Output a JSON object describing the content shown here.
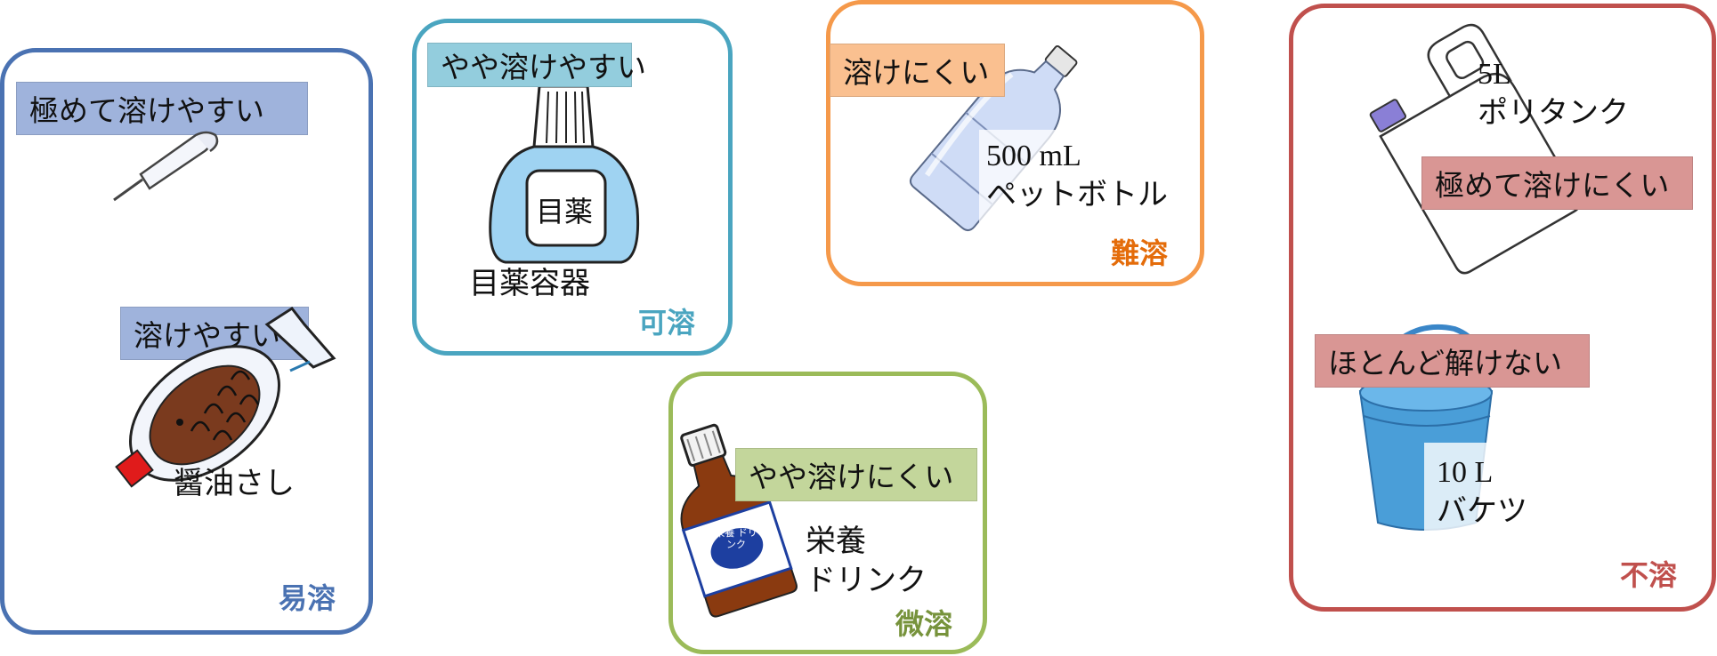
{
  "colors": {
    "blue": "#4a72b2",
    "teal": "#4aa5c0",
    "orange": "#f5994a",
    "green": "#9bbb59",
    "red": "#c0504d"
  },
  "groups": [
    {
      "category": "易溶",
      "labels": [
        "極めて溶けやすい",
        "溶けやすい"
      ],
      "containers": [
        {
          "text": [
            "醤油さし"
          ],
          "icon": "soy-sauce-fish-icon"
        },
        {
          "text": [],
          "icon": "dropper-icon"
        }
      ]
    },
    {
      "category": "可溶",
      "labels": [
        "やや溶けやすい"
      ],
      "containers": [
        {
          "text": [
            "目薬容器"
          ],
          "icon": "eyedrop-bottle-icon",
          "badge": "目薬"
        }
      ]
    },
    {
      "category": "微溶",
      "labels": [
        "やや溶けにくい"
      ],
      "containers": [
        {
          "text": [
            "栄養",
            "ドリンク"
          ],
          "icon": "drink-bottle-icon",
          "badge": "栄養 ドリンク"
        }
      ]
    },
    {
      "category": "難溶",
      "labels": [
        "溶けにくい"
      ],
      "containers": [
        {
          "text": [
            "500 mL",
            "ペットボトル"
          ],
          "icon": "pet-bottle-icon"
        }
      ]
    },
    {
      "category": "不溶",
      "labels": [
        "極めて溶けにくい",
        "ほとんど解けない"
      ],
      "containers": [
        {
          "text": [
            "5L",
            "ポリタンク"
          ],
          "icon": "poly-tank-icon"
        },
        {
          "text": [
            "10 L",
            "バケツ"
          ],
          "icon": "bucket-icon"
        }
      ]
    }
  ]
}
